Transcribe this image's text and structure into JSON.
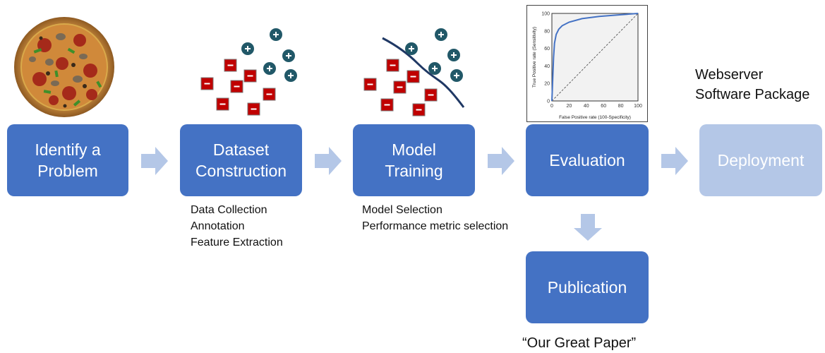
{
  "steps": [
    {
      "label": "Identify a Problem"
    },
    {
      "label": "Dataset Construction"
    },
    {
      "label": "Model Training"
    },
    {
      "label": "Evaluation"
    },
    {
      "label": "Deployment"
    },
    {
      "label": "Publication"
    }
  ],
  "notes": {
    "dataset": [
      "Data Collection",
      "Annotation",
      "Feature Extraction"
    ],
    "training": [
      "Model Selection",
      "Performance metric selection"
    ],
    "deployment": [
      "Webserver",
      "Software Package"
    ],
    "publication": "“Our Great Paper”"
  },
  "roc_plot": {
    "xlabel": "False Positive rate (100-Specificity)",
    "ylabel": "True Positive rate (Sensitivity)",
    "ticks": [
      "0",
      "20",
      "40",
      "60",
      "80",
      "100"
    ],
    "curve": [
      [
        0,
        0
      ],
      [
        1,
        25
      ],
      [
        2,
        50
      ],
      [
        3,
        66
      ],
      [
        5,
        76
      ],
      [
        8,
        82
      ],
      [
        12,
        86
      ],
      [
        20,
        90
      ],
      [
        35,
        94
      ],
      [
        55,
        96.5
      ],
      [
        80,
        98.5
      ],
      [
        100,
        100
      ]
    ],
    "xlim": [
      0,
      100
    ],
    "ylim": [
      0,
      100
    ]
  },
  "colors": {
    "box": "#4472c4",
    "box_faded": "#b4c7e7",
    "arrow": "#b4c7e7",
    "minus": "#c00000",
    "plus": "#215868"
  },
  "icons": {
    "problem": "pizza-image",
    "dataset": "scatter-plus-minus",
    "training": "decision-boundary",
    "evaluation": "roc-curve"
  }
}
